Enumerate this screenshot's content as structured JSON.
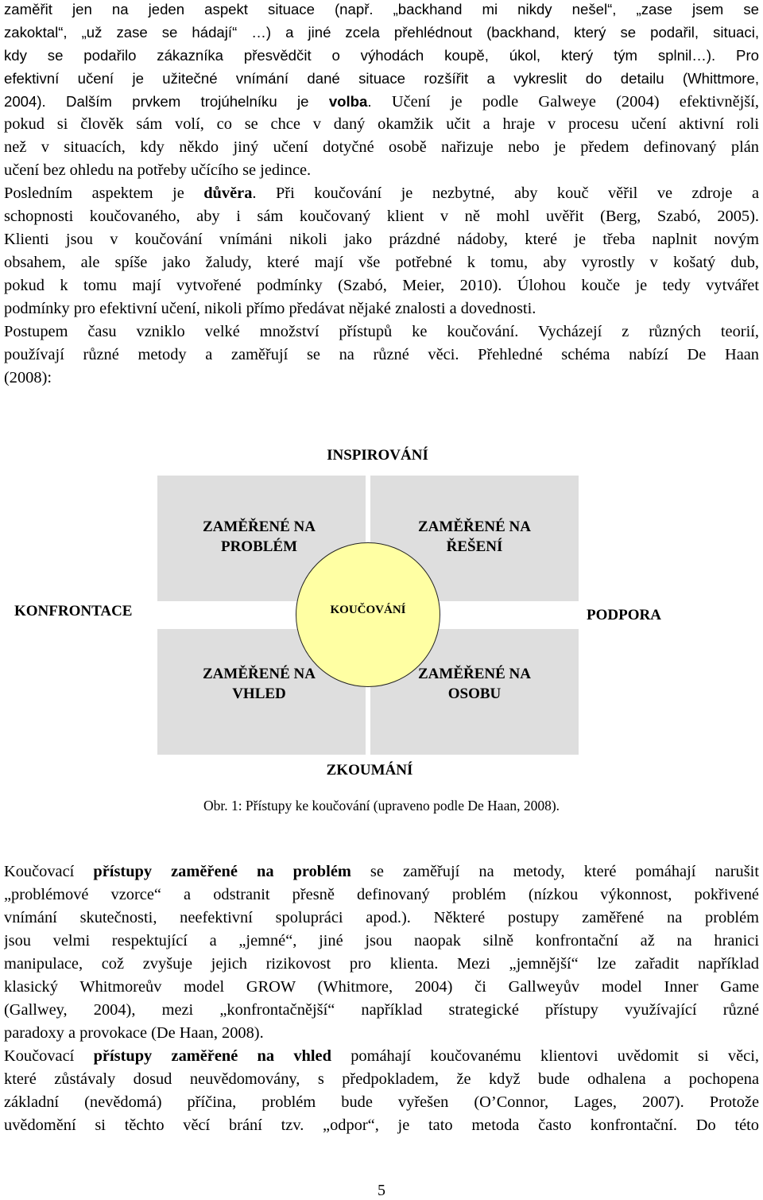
{
  "top": {
    "sans_lines_1": [
      "zaměřit jen na jeden aspekt situace (např. „backhand mi nikdy nešel“, „zase jsem se",
      "zakoktal“, „už zase se hádají“ …) a jiné zcela přehlédnout (backhand, který se podařil, situaci,",
      "kdy se podařilo zákazníka přesvědčit o výhodách koupě, úkol, který tým splnil…). Pro",
      "efektivní učení je užitečné vnímání dané situace rozšířit a vykreslit do detailu (Whittmore,"
    ],
    "line5_a": "2004). Dalším prvkem trojúhelníku je ",
    "line5_bold": "volba",
    "line5_b": ". ",
    "line5_c": "Učení je podle Galweye (2004) efektivnější,",
    "serif_lines_1": [
      "pokud si člověk sám volí, co se chce v daný okamžik učit a hraje v procesu učení aktivní roli",
      "než v situacích, kdy někdo jiný učení dotyčné osobě nařizuje nebo je předem definovaný plán"
    ],
    "line8": "učení bez ohledu na potřeby učícího se jedince.",
    "line9_a": "Posledním aspektem je ",
    "line9_bold": "důvěra",
    "line9_b": ". Při koučování je nezbytné, aby kouč věřil ve zdroje a",
    "serif_lines_2": [
      "schopnosti koučovaného, aby i sám koučovaný klient v ně mohl uvěřit (Berg, Szabó, 2005).",
      "Klienti jsou v koučování vnímáni nikoli jako prázdné nádoby, které je třeba naplnit novým",
      "obsahem, ale spíše jako žaludy, které mají vše potřebné k tomu, aby vyrostly v košatý dub,",
      "pokud k tomu mají vytvořené podmínky (Szabó, Meier, 2010). Úlohou kouče je tedy vytvářet"
    ],
    "line14": "podmínky pro efektivní učení, nikoli přímo předávat nějaké znalosti a dovednosti.",
    "serif_lines_3": [
      "Postupem času vzniklo velké množství přístupů ke koučování. Vycházejí z různých teorií,",
      "používají různé metody a zaměřují se na různé věci. Přehledné schéma nabízí De Haan"
    ],
    "line17": "(2008):"
  },
  "diagram": {
    "top_label": "INSPIROVÁNÍ",
    "bottom_label": "ZKOUMÁNÍ",
    "left_label": "KONFRONTACE",
    "right_label": "PODPORA",
    "center_label": "KOUČOVÁNÍ",
    "q_tl_1": "ZAMĚŘENÉ NA",
    "q_tl_2": "PROBLÉM",
    "q_tr_1": "ZAMĚŘENÉ NA",
    "q_tr_2": "ŘEŠENÍ",
    "q_bl_1": "ZAMĚŘENÉ NA",
    "q_bl_2": "VHLED",
    "q_br_1": "ZAMĚŘENÉ NA",
    "q_br_2": "OSOBU",
    "caption": "Obr. 1: Přístupy ke koučování (upraveno podle De Haan, 2008).",
    "colors": {
      "quadrant": "#dedede",
      "circle": "#ffffa3"
    }
  },
  "bottom": {
    "p1_l1_a": "Koučovací ",
    "p1_l1_bold": "přístupy zaměřené na problém",
    "p1_l1_b": " se zaměřují na metody, které pomáhají narušit",
    "p1_lines": [
      "„problémové vzorce“ a odstranit přesně definovaný problém (nízkou výkonnost, pokřivené",
      "vnímání skutečnosti, neefektivní spolupráci apod.). Některé postupy zaměřené na problém",
      "jsou velmi respektující a „jemné“, jiné jsou naopak silně konfrontační až na hranici",
      "manipulace, což zvyšuje jejich rizikovost pro klienta. Mezi „jemnější“ lze zařadit například",
      "klasický Whitmoreův model GROW (Whitmore, 2004) či Gallweyův model Inner Game",
      "(Gallwey, 2004), mezi „konfrontačnější“ například strategické přístupy využívající různé"
    ],
    "p1_last": "paradoxy a provokace (De Haan, 2008).",
    "p2_l1_a": "Koučovací ",
    "p2_l1_bold": "přístupy zaměřené na vhled",
    "p2_l1_b": " pomáhají koučovanému klientovi uvědomit si věci,",
    "p2_lines": [
      "které zůstávaly dosud neuvědomovány, s předpokladem, že když bude odhalena a pochopena",
      "základní (nevědomá) příčina, problém bude vyřešen (O’Connor, Lages, 2007). Protože",
      "uvědomění si těchto věcí brání tzv. „odpor“, je tato metoda často konfrontační. Do této"
    ]
  },
  "page_number": "5"
}
